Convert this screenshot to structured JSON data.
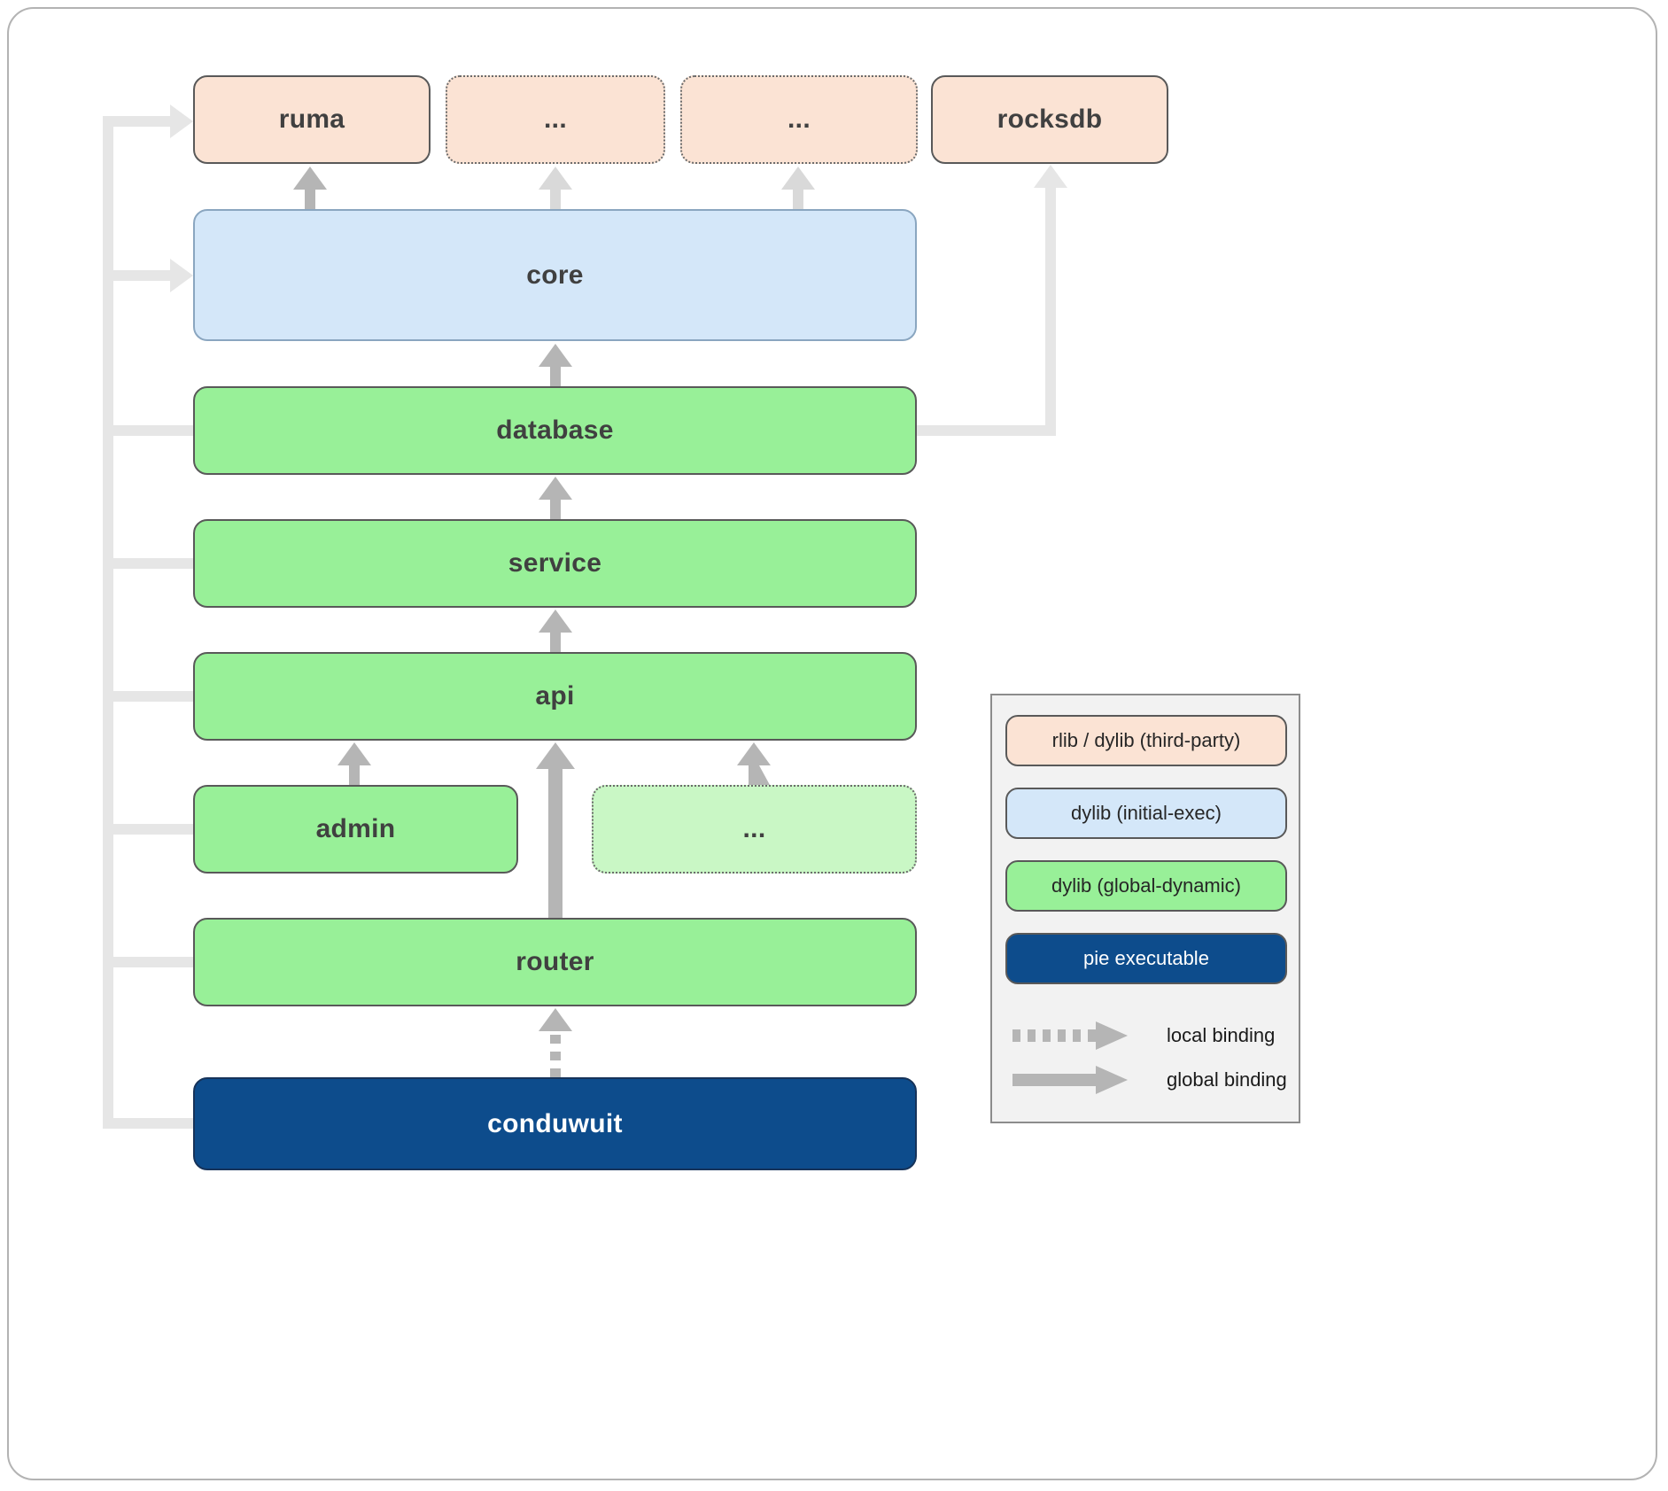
{
  "diagram": {
    "nodes": {
      "ruma": "ruma",
      "dots_top_left": "...",
      "dots_top_right": "...",
      "rocksdb": "rocksdb",
      "core": "core",
      "database": "database",
      "service": "service",
      "api": "api",
      "admin": "admin",
      "dots_middle": "...",
      "router": "router",
      "conduwuit": "conduwuit"
    },
    "legend": {
      "items": [
        {
          "label": "rlib / dylib (third-party)"
        },
        {
          "label": "dylib (initial-exec)"
        },
        {
          "label": "dylib (global-dynamic)"
        },
        {
          "label": "pie executable"
        }
      ],
      "bindings": [
        {
          "label": "local binding",
          "style": "dashed"
        },
        {
          "label": "global binding",
          "style": "solid"
        }
      ]
    },
    "colors": {
      "third_party": "#fbe3d4",
      "initial_exec": "#d4e7f9",
      "global_dynamic": "#98f098",
      "global_dynamic_faded": "#c9f7c5",
      "pie_executable": "#0d4c8c",
      "binding_arrow": "#b5b5b5",
      "conduwuit_binding_path": "#e6e6e6"
    }
  }
}
